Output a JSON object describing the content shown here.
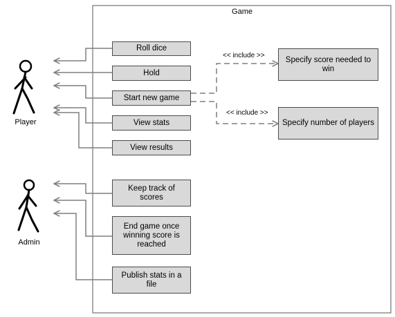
{
  "system_title": "Game",
  "actors": [
    {
      "name": "Player"
    },
    {
      "name": "Admin"
    }
  ],
  "use_cases": [
    {
      "id": "roll",
      "label": "Roll dice"
    },
    {
      "id": "hold",
      "label": "Hold"
    },
    {
      "id": "start",
      "label": "Start new game"
    },
    {
      "id": "stats",
      "label": "View stats"
    },
    {
      "id": "results",
      "label": "View results"
    },
    {
      "id": "track",
      "label": "Keep track of scores"
    },
    {
      "id": "end",
      "label": "End game once winning score is reached"
    },
    {
      "id": "publish",
      "label": "Publish stats in a file"
    },
    {
      "id": "score",
      "label": "Specify score needed to win"
    },
    {
      "id": "players",
      "label": "Specify number of players"
    }
  ],
  "relations": {
    "include_label": "<< include >>",
    "associations": [
      {
        "actor": "Player",
        "use_case": "roll"
      },
      {
        "actor": "Player",
        "use_case": "hold"
      },
      {
        "actor": "Player",
        "use_case": "start"
      },
      {
        "actor": "Player",
        "use_case": "stats"
      },
      {
        "actor": "Player",
        "use_case": "results"
      },
      {
        "actor": "Admin",
        "use_case": "track"
      },
      {
        "actor": "Admin",
        "use_case": "end"
      },
      {
        "actor": "Admin",
        "use_case": "publish"
      }
    ],
    "includes": [
      {
        "from": "start",
        "to": "score"
      },
      {
        "from": "start",
        "to": "players"
      }
    ]
  },
  "colors": {
    "box_fill": "#d9d9d9",
    "box_border": "#4a4a4a",
    "connector": "#7f7f7f",
    "frame": "#555555"
  }
}
